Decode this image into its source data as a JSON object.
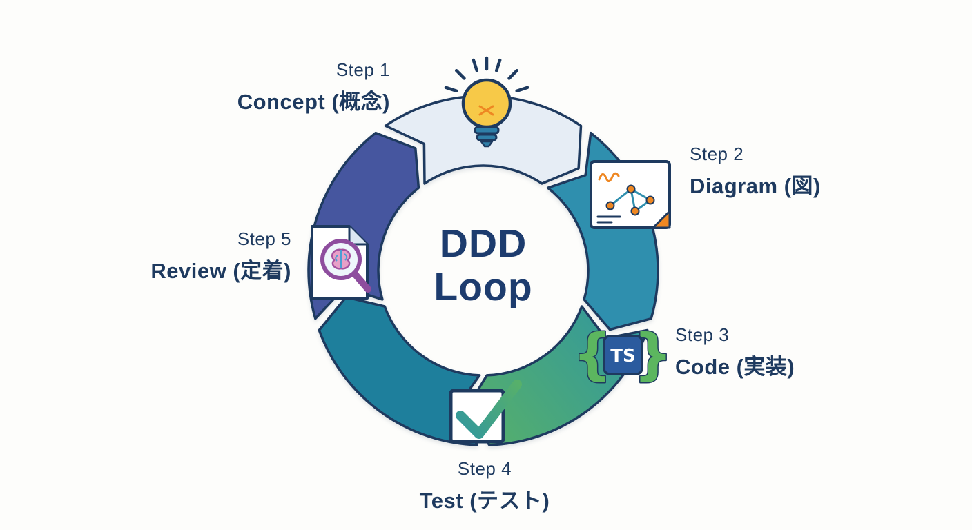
{
  "center": {
    "line1": "DDD",
    "line2": "Loop"
  },
  "steps": [
    {
      "step": "Step 1",
      "title": "Concept (概念)",
      "icon": "lightbulb-icon"
    },
    {
      "step": "Step 2",
      "title": "Diagram (図)",
      "icon": "diagram-icon"
    },
    {
      "step": "Step 3",
      "title": "Code (実装)",
      "icon": "typescript-code-icon"
    },
    {
      "step": "Step 4",
      "title": "Test (テスト)",
      "icon": "checkmark-icon"
    },
    {
      "step": "Step 5",
      "title": "Review (定着)",
      "icon": "review-magnifier-icon"
    }
  ],
  "icons": {
    "brace_left": "{",
    "brace_right": "}",
    "ts_label": "TS"
  },
  "colors": {
    "outline": "#1e3a5f",
    "text": "#1e3a5f",
    "center_text": "#1d3c6e",
    "background": "#fdfdfb",
    "seg_concept": "#e6edf5",
    "seg_diagram": "#2f8fae",
    "seg_code_start": "#2f96a0",
    "seg_code_end": "#57b06a",
    "seg_test": "#1e7f9c",
    "seg_review": "#46569f",
    "bulb_yellow": "#f7c948",
    "accent_orange": "#ee8722",
    "brace_green": "#5cb65f",
    "ts_blue": "#2b5b9e",
    "magnifier_purple": "#8e4d9e",
    "base_teal": "#2f7fa8",
    "node_line_teal": "#2f8fae"
  }
}
